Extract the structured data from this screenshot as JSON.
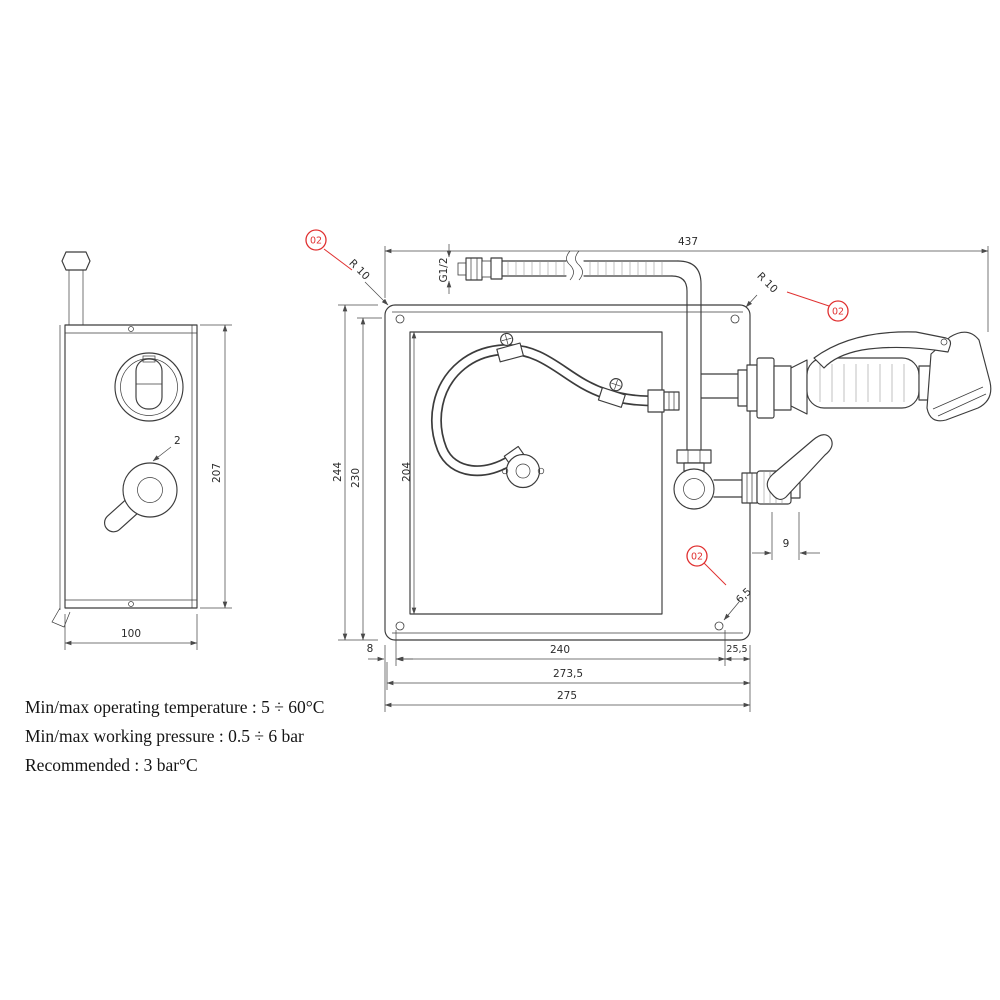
{
  "colors": {
    "ink": "#3c3c3c",
    "red": "#e03131",
    "background": "#ffffff"
  },
  "callouts": {
    "label": "02"
  },
  "dims": {
    "overall_width": "437",
    "corner_radius": "R 10",
    "height_outer": "244",
    "height_inner": "230",
    "panel_height": "204",
    "thread": "G1/2",
    "outlet_offset": "9",
    "hole_diameter": "6,5",
    "edge_offset": "8",
    "hole_spacing": "240",
    "right_offset": "25,5",
    "hole_span": "273,5",
    "overall_plate": "275",
    "side_depth": "100",
    "side_height": "207",
    "gap": "2"
  },
  "notes": {
    "line1": "Min/max operating temperature : 5 ÷ 60°C",
    "line2": "Min/max working pressure : 0.5 ÷ 6 bar",
    "line3": "Recommended : 3 bar°C"
  }
}
